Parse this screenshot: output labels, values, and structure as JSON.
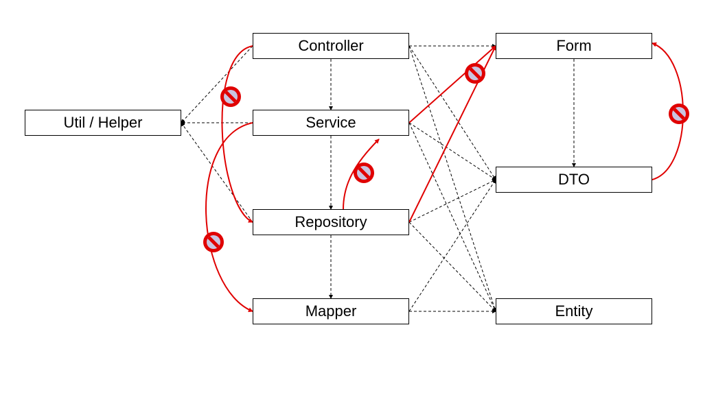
{
  "nodes": {
    "util": "Util / Helper",
    "controller": "Controller",
    "service": "Service",
    "repository": "Repository",
    "mapper": "Mapper",
    "form": "Form",
    "dto": "DTO",
    "entity": "Entity"
  },
  "colors": {
    "allowed_edge": "#000000",
    "forbidden_edge": "#e00000",
    "prohibit_icon_fill": "#e00000",
    "prohibit_icon_inner": "#c9c4e0"
  },
  "edges": {
    "allowed": [
      [
        "controller",
        "util"
      ],
      [
        "service",
        "util"
      ],
      [
        "repository",
        "util"
      ],
      [
        "controller",
        "service"
      ],
      [
        "service",
        "repository"
      ],
      [
        "repository",
        "mapper"
      ],
      [
        "controller",
        "form"
      ],
      [
        "controller",
        "dto"
      ],
      [
        "controller",
        "entity"
      ],
      [
        "service",
        "dto"
      ],
      [
        "service",
        "entity"
      ],
      [
        "repository",
        "dto"
      ],
      [
        "repository",
        "entity"
      ],
      [
        "mapper",
        "dto"
      ],
      [
        "mapper",
        "entity"
      ],
      [
        "form",
        "dto"
      ]
    ],
    "forbidden": [
      [
        "service",
        "form"
      ],
      [
        "repository",
        "form"
      ],
      [
        "repository",
        "service"
      ],
      [
        "controller",
        "repository"
      ],
      [
        "service",
        "mapper"
      ],
      [
        "dto",
        "form"
      ]
    ]
  },
  "icons": [
    "prohibit-icon",
    "prohibit-icon",
    "prohibit-icon",
    "prohibit-icon",
    "prohibit-icon"
  ]
}
